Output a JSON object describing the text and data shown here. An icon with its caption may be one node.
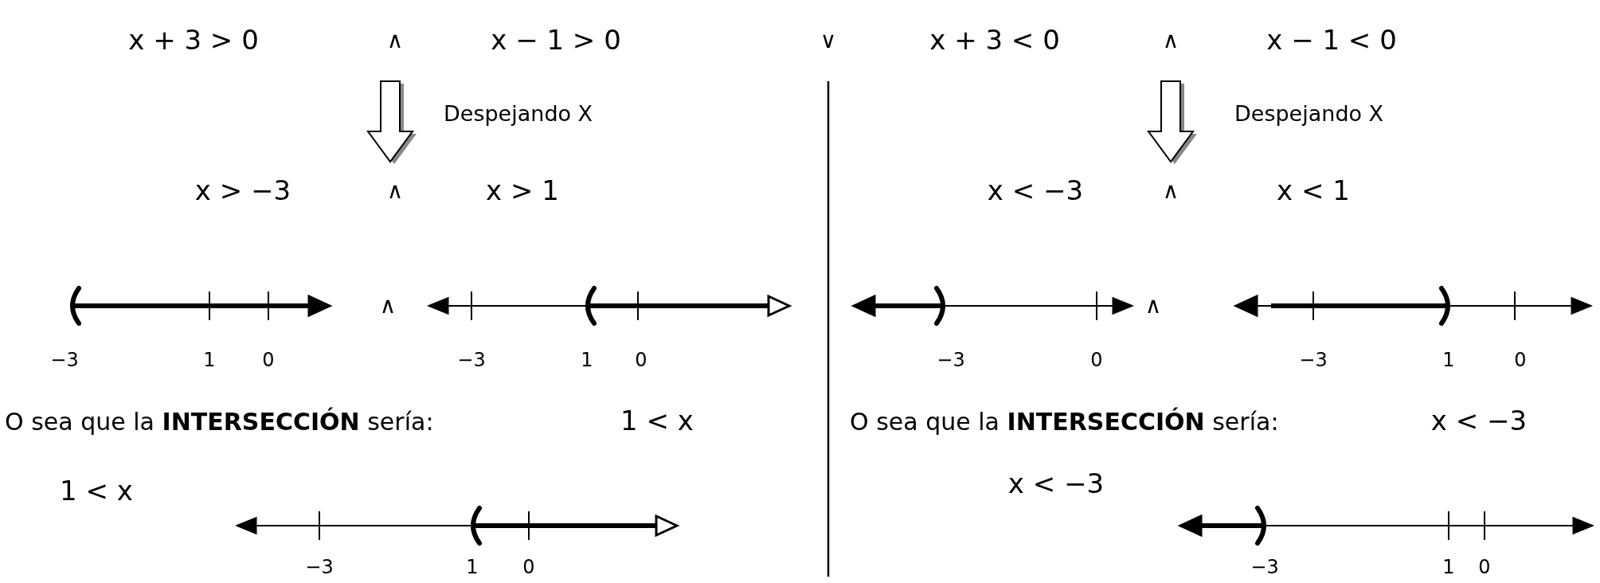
{
  "diagram": {
    "labels": [
      "x + 3 > 0",
      "∧",
      "x − 1 > 0",
      "∨",
      "x + 3 < 0",
      "∧",
      "x − 1 < 0",
      "Despejando X",
      "Despejando X",
      "x > −3",
      "∧",
      "x > 1",
      "x < −3",
      "∧",
      "x < 1",
      "−3",
      "1",
      "0",
      "∧",
      "−3",
      "1",
      "0",
      "−3",
      "0",
      "∧",
      "−3",
      "1",
      "0",
      "O sea que la **INTERSECCIÓN** sería:",
      "1 < x",
      "O sea que la **INTERSECCIÓN** sería:",
      "x < −3",
      "1 < x",
      "−3",
      "1",
      "0",
      "x < −3",
      "−3",
      "1",
      "0"
    ]
  }
}
